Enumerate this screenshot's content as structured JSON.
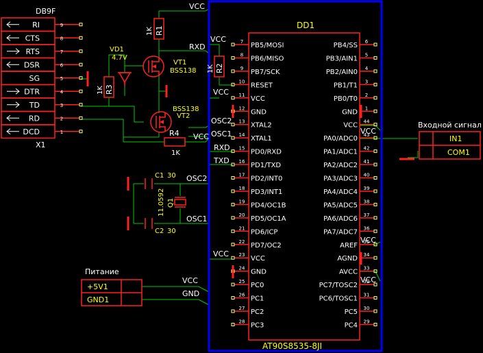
{
  "colors": {
    "background": "#000000",
    "wire": "#00cc00",
    "component": "#ff2020",
    "label": "#ffffff",
    "designator": "#ffff00",
    "bus": "#0000ff",
    "pin": "#ffff80"
  },
  "connector": {
    "name": "DB9F",
    "ref": "X1",
    "pins": [
      {
        "label": "RI",
        "num": "9",
        "dir": "left"
      },
      {
        "label": "CTS",
        "num": "8",
        "dir": "left"
      },
      {
        "label": "RTS",
        "num": "7",
        "dir": "right"
      },
      {
        "label": "DSR",
        "num": "6",
        "dir": "left"
      },
      {
        "label": "SG",
        "num": "5",
        "dir": "none"
      },
      {
        "label": "DTR",
        "num": "4",
        "dir": "right"
      },
      {
        "label": "TD",
        "num": "3",
        "dir": "right"
      },
      {
        "label": "RD",
        "num": "2",
        "dir": "left"
      },
      {
        "label": "DCD",
        "num": "1",
        "dir": "left"
      }
    ]
  },
  "chip": {
    "ref": "DD1",
    "part": "AT90S8535-8JI",
    "left_pins": [
      {
        "num": "7",
        "name": "PB5/MOSI"
      },
      {
        "num": "8",
        "name": "PB6/MISO"
      },
      {
        "num": "9",
        "name": "PB7/SCK"
      },
      {
        "num": "10",
        "name": "RESET"
      },
      {
        "num": "11",
        "name": "VCC"
      },
      {
        "num": "12",
        "name": "GND"
      },
      {
        "num": "13",
        "name": "XTAL2"
      },
      {
        "num": "14",
        "name": "XTAL1"
      },
      {
        "num": "15",
        "name": "PD0/RXD"
      },
      {
        "num": "16",
        "name": "PD1/TXD"
      },
      {
        "num": "17",
        "name": "PD2/INT0"
      },
      {
        "num": "18",
        "name": "PD3/INT1"
      },
      {
        "num": "19",
        "name": "PD4/OC1B"
      },
      {
        "num": "20",
        "name": "PD5/OC1A"
      },
      {
        "num": "21",
        "name": "PD6/ICP"
      },
      {
        "num": "22",
        "name": "PD7/OC2"
      },
      {
        "num": "23",
        "name": "VCC"
      },
      {
        "num": "24",
        "name": "GND"
      },
      {
        "num": "25",
        "name": "PC0"
      },
      {
        "num": "26",
        "name": "PC1"
      },
      {
        "num": "27",
        "name": "PC2"
      },
      {
        "num": "28",
        "name": "PC3"
      }
    ],
    "right_pins": [
      {
        "num": "6",
        "name": "PB4/SS"
      },
      {
        "num": "5",
        "name": "PB3/AIN1"
      },
      {
        "num": "4",
        "name": "PB2/AIN0"
      },
      {
        "num": "3",
        "name": "PB1/T1"
      },
      {
        "num": "2",
        "name": "PB0/T0"
      },
      {
        "num": "1",
        "name": "GND"
      },
      {
        "num": "44",
        "name": "VCC"
      },
      {
        "num": "43",
        "name": "PA0/ADC0"
      },
      {
        "num": "42",
        "name": "PA1/ADC1"
      },
      {
        "num": "41",
        "name": "PA2/ADC2"
      },
      {
        "num": "40",
        "name": "PA3/ADC3"
      },
      {
        "num": "39",
        "name": "PA4/ADC4"
      },
      {
        "num": "38",
        "name": "PA5/ADC5"
      },
      {
        "num": "37",
        "name": "PA6/ADC6"
      },
      {
        "num": "36",
        "name": "PA7/ADC7"
      },
      {
        "num": "35",
        "name": "AREF"
      },
      {
        "num": "34",
        "name": "AGND"
      },
      {
        "num": "33",
        "name": "AVCC"
      },
      {
        "num": "32",
        "name": "PC7/TOSC2"
      },
      {
        "num": "31",
        "name": "PC6/TOSC1"
      },
      {
        "num": "30",
        "name": "PC5"
      },
      {
        "num": "29",
        "name": "PC4"
      }
    ]
  },
  "components": {
    "r1": {
      "ref": "R1",
      "value": "1K"
    },
    "r2": {
      "ref": "R2",
      "value": "1K"
    },
    "r3": {
      "ref": "R3",
      "value": "1K"
    },
    "r4": {
      "ref": "R4",
      "value": "1K"
    },
    "vt1": {
      "ref": "VT1",
      "part": "BSS138"
    },
    "vt2": {
      "ref": "VT2",
      "part": "BSS138"
    },
    "vd1": {
      "ref": "VD1",
      "value": "4.7V"
    },
    "c1": {
      "ref": "C1",
      "value": "30"
    },
    "c2": {
      "ref": "C2",
      "value": "30"
    },
    "q1": {
      "ref": "Q1",
      "value": "11.0592"
    }
  },
  "nets": {
    "vcc": "VCC",
    "gnd": "GND",
    "rxd": "RXD",
    "txd": "TXD",
    "osc1": "OSC1",
    "osc2": "OSC2"
  },
  "input_block": {
    "title": "Входной сигнал",
    "pin1": "IN1",
    "pin2": "COM1"
  },
  "power_block": {
    "title": "Питание",
    "pin1": "+5V1",
    "pin2": "GND1"
  }
}
